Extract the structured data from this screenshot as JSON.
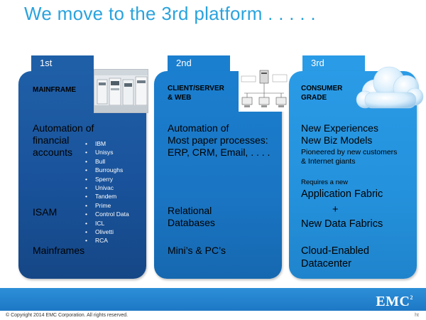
{
  "slide": {
    "title": "We move to the 3rd platform . . . . ."
  },
  "panels": {
    "first": {
      "tab": "1st",
      "heading": "MAINFRAME",
      "desc_line1": "Automation of",
      "desc_line2": "financial",
      "desc_line3": "accounts",
      "vendors": [
        "IBM",
        "Unisys",
        "Bull",
        "Burroughs",
        "Sperry",
        "Univac",
        "Tandem",
        "Prime",
        "Control Data",
        "ICL",
        "Olivetti",
        "RCA"
      ],
      "data_tech": "ISAM",
      "infrastructure": "Mainframes"
    },
    "second": {
      "tab": "2nd",
      "heading_line1": "CLIENT/SERVER",
      "heading_line2": "& WEB",
      "desc_line1": "Automation of",
      "desc_line2": "Most paper processes:",
      "desc_line3": "ERP, CRM, Email,  . . . .",
      "data_tech_line1": "Relational",
      "data_tech_line2": "Databases",
      "infrastructure": "Mini’s & PC’s"
    },
    "third": {
      "tab": "3rd",
      "heading_line1": "CONSUMER",
      "heading_line2": "GRADE",
      "desc_line1": "New Experiences",
      "desc_line2": "New Biz Models",
      "sub_line1": "Pioneered by new customers",
      "sub_line2": "& Internet giants",
      "requires": "Requires a new",
      "fabric1": "Application Fabric",
      "plus": "+",
      "fabric2": "New Data Fabrics",
      "infra_line1": "Cloud-Enabled",
      "infra_line2": "Datacenter"
    }
  },
  "footer": {
    "logo_text": "EMC",
    "logo_sup": "2",
    "copyright": "© Copyright 2014  EMC Corporation. All rights reserved.",
    "page": "ht"
  },
  "colors": {
    "title": "#2aa3dd",
    "panel1": "#1f5fa7",
    "panel2": "#1b7fcf",
    "panel3": "#2a9be6",
    "footer": "#1d78c5"
  },
  "images": {
    "mainframe_photo": "mainframe-computer-room-photo",
    "network": "client-server-network-diagram",
    "cloud": "cloud-icon"
  }
}
